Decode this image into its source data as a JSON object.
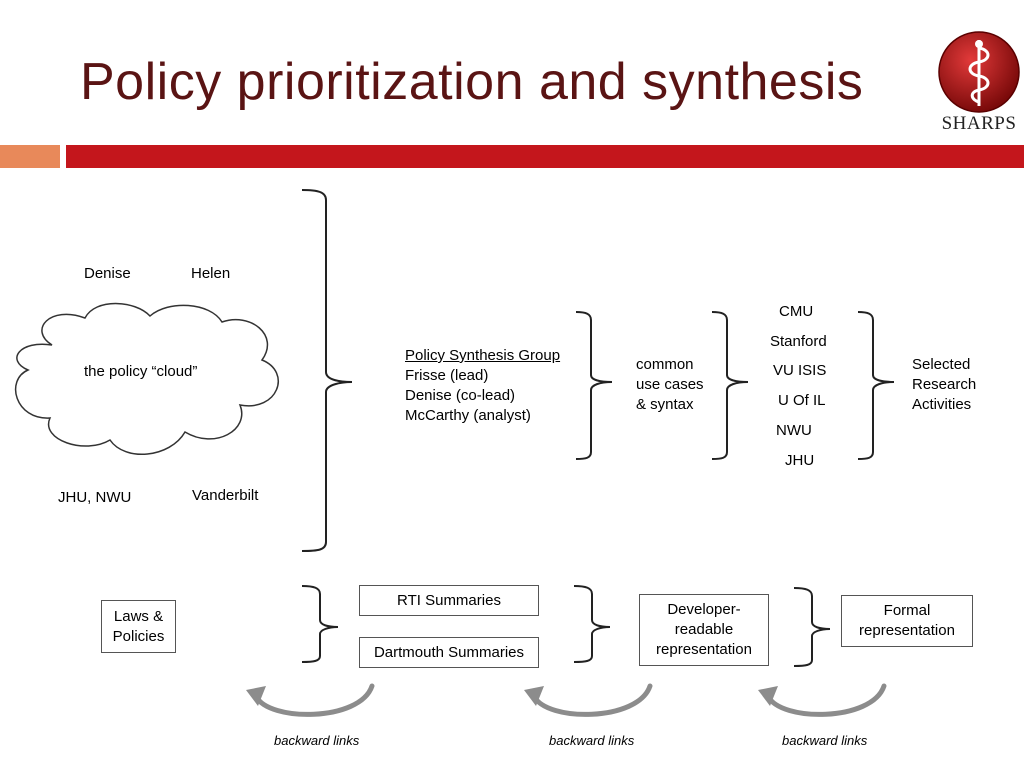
{
  "slide": {
    "title": "Policy prioritization and synthesis",
    "logo_text": "SHARPS",
    "colors": {
      "title": "#5a1414",
      "accent_red": "#c4161c",
      "accent_orange": "#e8895a"
    }
  },
  "top_section": {
    "names": {
      "denise": "Denise",
      "helen": "Helen",
      "jhu_nwu": "JHU, NWU",
      "vanderbilt": "Vanderbilt"
    },
    "cloud_label": "the policy “cloud”",
    "synthesis_group": {
      "heading": "Policy Synthesis Group",
      "lines": [
        "Frisse (lead)",
        "Denise (co-lead)",
        "McCarthy (analyst)"
      ]
    },
    "common_use_cases": [
      "common",
      "use cases",
      "& syntax"
    ],
    "institutions": [
      "CMU",
      "Stanford",
      "VU ISIS",
      "U Of IL",
      "NWU",
      "JHU"
    ],
    "selected_research": [
      "Selected",
      "Research",
      "Activities"
    ]
  },
  "bottom_section": {
    "laws_policies": [
      "Laws &",
      "Policies"
    ],
    "rti_summaries": "RTI Summaries",
    "dartmouth_summaries": "Dartmouth Summaries",
    "developer_readable": [
      "Developer-",
      "readable",
      "representation"
    ],
    "formal_representation": [
      "Formal",
      "representation"
    ],
    "backward_links": [
      "backward links",
      "backward links",
      "backward links"
    ]
  }
}
